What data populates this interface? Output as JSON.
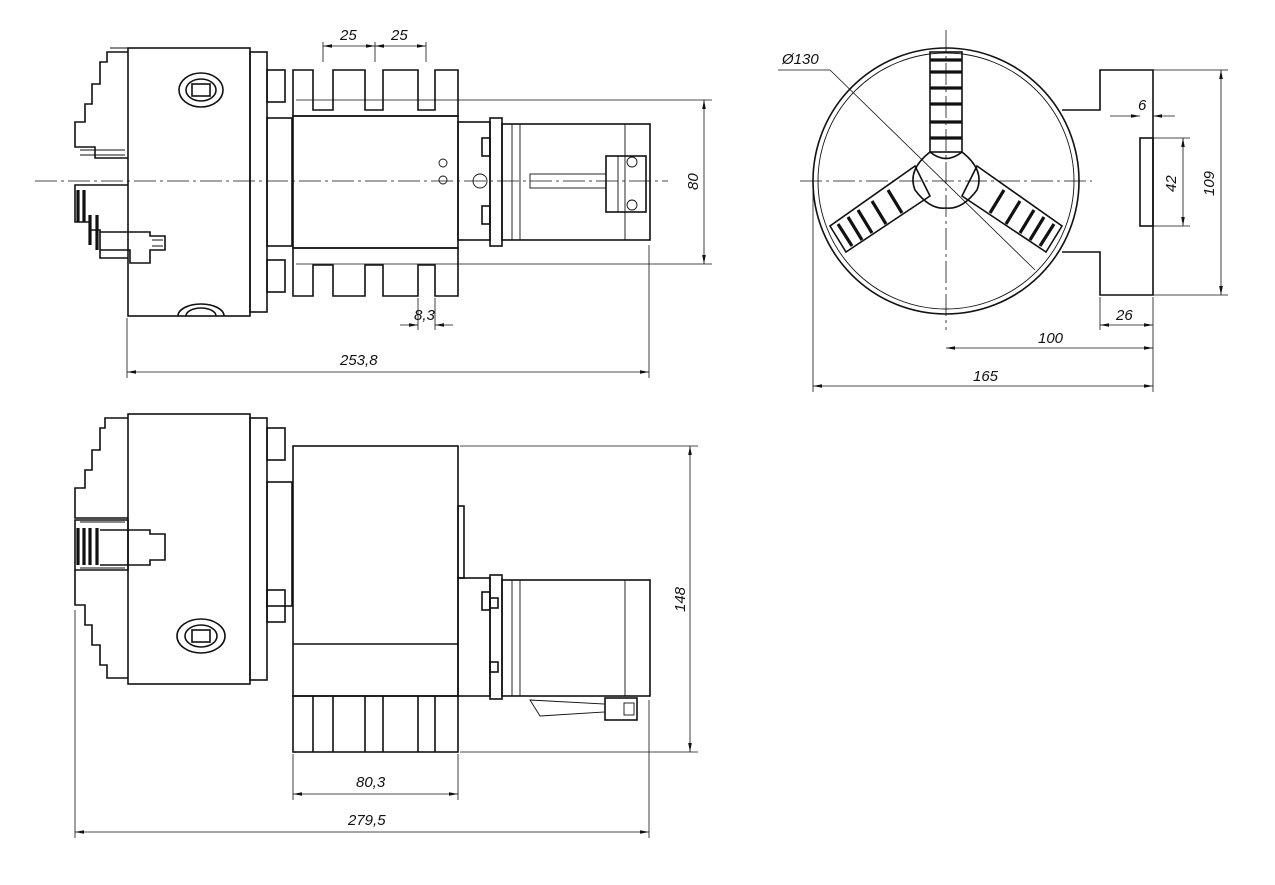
{
  "dimensions": {
    "top_slot_pitch_1": "25",
    "top_slot_pitch_2": "25",
    "slot_width": "8,3",
    "top_length": "253,8",
    "side_height": "80",
    "chuck_diameter": "Ø130",
    "face_6": "6",
    "face_42": "42",
    "face_109": "109",
    "face_26": "26",
    "face_100": "100",
    "face_165": "165",
    "side_148": "148",
    "base_80_3": "80,3",
    "total_279_5": "279,5"
  }
}
